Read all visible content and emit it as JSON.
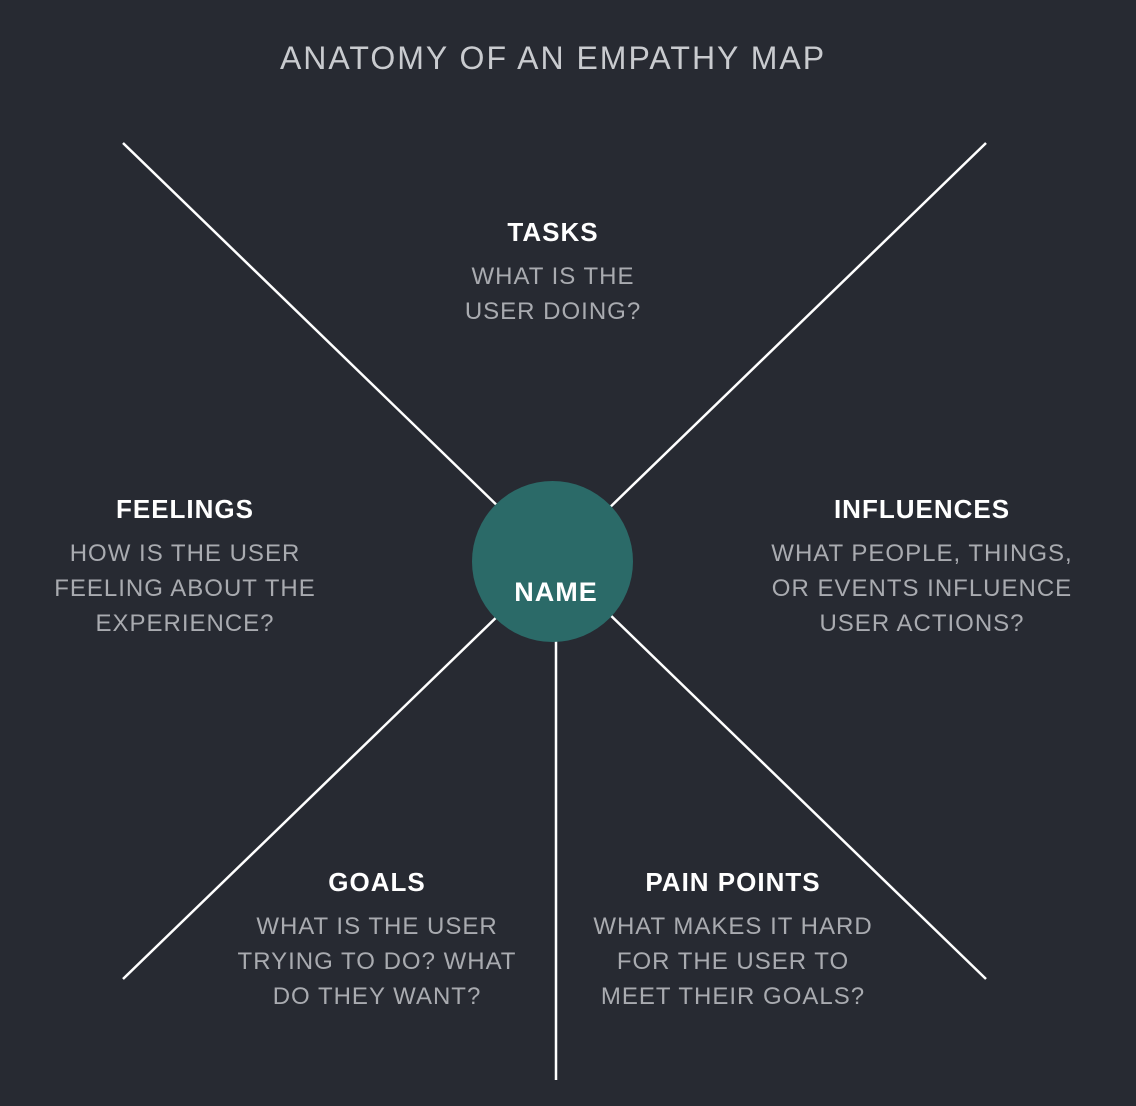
{
  "title": "ANATOMY OF AN EMPATHY MAP",
  "center": {
    "label": "NAME",
    "color": "#2b6a68"
  },
  "sections": {
    "tasks": {
      "heading": "TASKS",
      "body": "WHAT IS THE\nUSER DOING?"
    },
    "feelings": {
      "heading": "FEELINGS",
      "body": "HOW IS THE USER\nFEELING ABOUT THE\nEXPERIENCE?"
    },
    "influences": {
      "heading": "INFLUENCES",
      "body": "WHAT PEOPLE, THINGS,\nOR EVENTS INFLUENCE\nUSER ACTIONS?"
    },
    "goals": {
      "heading": "GOALS",
      "body": "WHAT IS THE USER\nTRYING TO DO? WHAT\nDO THEY WANT?"
    },
    "pain_points": {
      "heading": "PAIN POINTS",
      "body": "WHAT MAKES IT HARD\nFOR THE USER TO\nMEET THEIR GOALS?"
    }
  }
}
